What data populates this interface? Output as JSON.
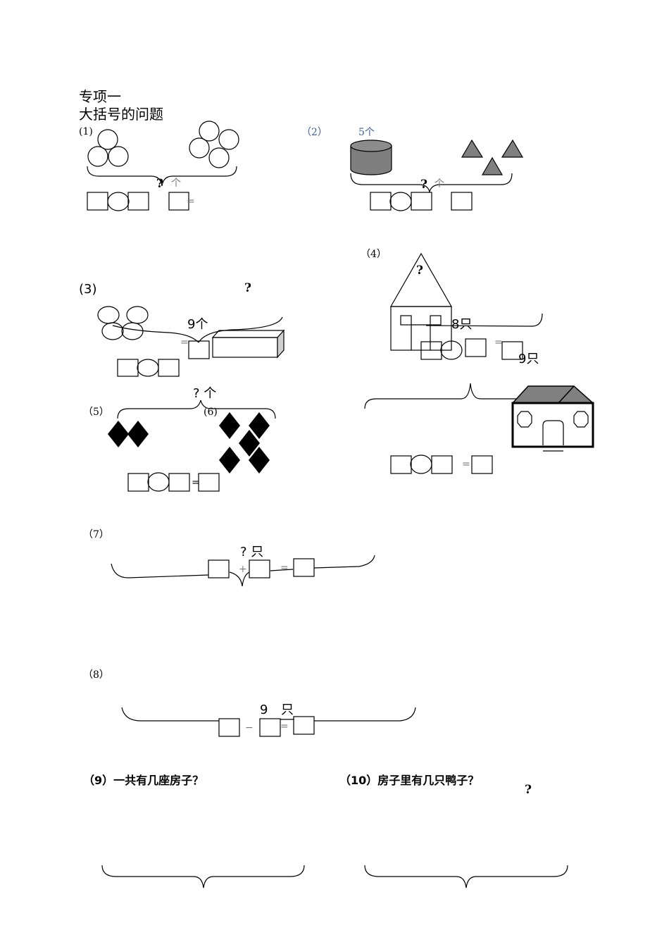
{
  "header": {
    "title_line1": "专项一",
    "title_line2": "大括号的问题"
  },
  "problems": {
    "p1": {
      "label": "(1)",
      "question": "?",
      "unit": "个",
      "equals": "="
    },
    "p2": {
      "label": "（2）",
      "top_count": "5个",
      "question": "?",
      "unit": "个"
    },
    "p3": {
      "label": "(3)",
      "question": "?",
      "count": "9个",
      "equals": "="
    },
    "p4": {
      "label": "（4）",
      "question": "?",
      "count": "8只",
      "equals": "=",
      "total": "9只"
    },
    "p5": {
      "label": "（5）",
      "top": "? 个",
      "equals": "="
    },
    "p6": {
      "label": "(6)",
      "equals": "="
    },
    "p7": {
      "label": "（7）",
      "top": "? 只",
      "plus": "+",
      "equals": "="
    },
    "p8": {
      "label": "（8）",
      "top_num": "9",
      "top_unit": "只",
      "minus": "−",
      "equals": "="
    },
    "p9": {
      "label": "（9）",
      "text": "一共有几座房子？"
    },
    "p10": {
      "label": "（10）",
      "text": "房子里有几只鸭子？",
      "question": "?"
    }
  }
}
